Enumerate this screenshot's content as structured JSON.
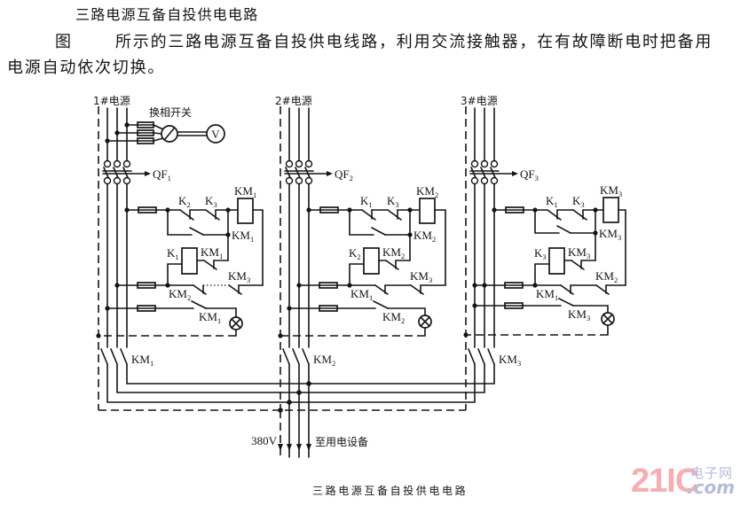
{
  "document": {
    "title": "三路电源互备自投供电电路",
    "paragraph": {
      "figure_ref": "图",
      "line1": "所示的三路电源互备自投供电线路，利用交流接触器，在有故障断电时把备用",
      "line2": "电源自动依次切换。"
    },
    "caption": "三路电源互备自投供电电路"
  },
  "diagram": {
    "phase_switch_label": "换相开关",
    "voltmeter_symbol": "V",
    "sections": [
      {
        "source": "1#电源",
        "breaker": {
          "base": "QF",
          "sub": "1"
        },
        "coil": {
          "base": "KM",
          "sub": "1"
        },
        "series_contacts": [
          {
            "base": "K",
            "sub": "2"
          },
          {
            "base": "K",
            "sub": "3"
          }
        ],
        "hold_contact": {
          "base": "KM",
          "sub": "1"
        },
        "relay": {
          "base": "K",
          "sub": "1"
        },
        "relay_contact": {
          "base": "KM",
          "sub": "1"
        },
        "interlock_left": {
          "base": "KM",
          "sub": "2"
        },
        "interlock_right": {
          "base": "KM",
          "sub": "3"
        },
        "lamp_contact": {
          "base": "KM",
          "sub": "1"
        },
        "main_contact": {
          "base": "KM",
          "sub": "1"
        }
      },
      {
        "source": "2#电源",
        "breaker": {
          "base": "QF",
          "sub": "2"
        },
        "coil": {
          "base": "KM",
          "sub": "2"
        },
        "series_contacts": [
          {
            "base": "K",
            "sub": "1"
          },
          {
            "base": "K",
            "sub": "3"
          }
        ],
        "hold_contact": {
          "base": "KM",
          "sub": "2"
        },
        "relay": {
          "base": "K",
          "sub": "2"
        },
        "relay_contact": {
          "base": "KM",
          "sub": "2"
        },
        "interlock_left": {
          "base": "KM",
          "sub": "1"
        },
        "interlock_right": {
          "base": "KM",
          "sub": "3"
        },
        "lamp_contact": {
          "base": "KM",
          "sub": "2"
        },
        "main_contact": {
          "base": "KM",
          "sub": "2"
        }
      },
      {
        "source": "3#电源",
        "breaker": {
          "base": "QF",
          "sub": "3"
        },
        "coil": {
          "base": "KM",
          "sub": "3"
        },
        "series_contacts": [
          {
            "base": "K",
            "sub": "1"
          },
          {
            "base": "K",
            "sub": "3"
          }
        ],
        "hold_contact": {
          "base": "KM",
          "sub": "3"
        },
        "relay": {
          "base": "K",
          "sub": "3"
        },
        "relay_contact": {
          "base": "KM",
          "sub": "3"
        },
        "interlock_left": {
          "base": "KM",
          "sub": "1"
        },
        "interlock_right": {
          "base": "KM",
          "sub": "2"
        },
        "lamp_contact": {
          "base": "KM",
          "sub": "3"
        },
        "main_contact": {
          "base": "KM",
          "sub": "3"
        }
      }
    ],
    "output": {
      "voltage": "380V",
      "destination": "至用电设备"
    }
  },
  "watermark": {
    "brand": "21IC",
    "cn_name": "电子网",
    "domain": ".com",
    "brand_color": "#f6aeb3",
    "text_color": "#b5bcd9"
  }
}
